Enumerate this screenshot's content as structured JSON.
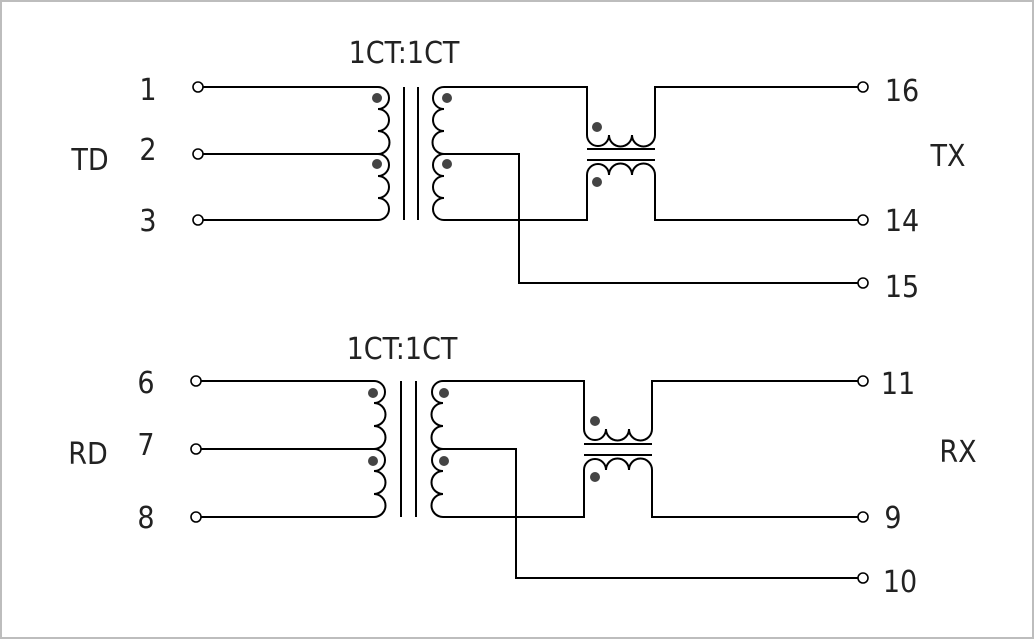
{
  "transformers": [
    {
      "ratio": "1CT:1CT",
      "side_left": "TD",
      "side_right": "TX",
      "pins_left": [
        "1",
        "2",
        "3"
      ],
      "pins_right": [
        "16",
        "14",
        "15"
      ]
    },
    {
      "ratio": "1CT:1CT",
      "side_left": "RD",
      "side_right": "RX",
      "pins_left": [
        "6",
        "7",
        "8"
      ],
      "pins_right": [
        "11",
        "9",
        "10"
      ]
    }
  ]
}
